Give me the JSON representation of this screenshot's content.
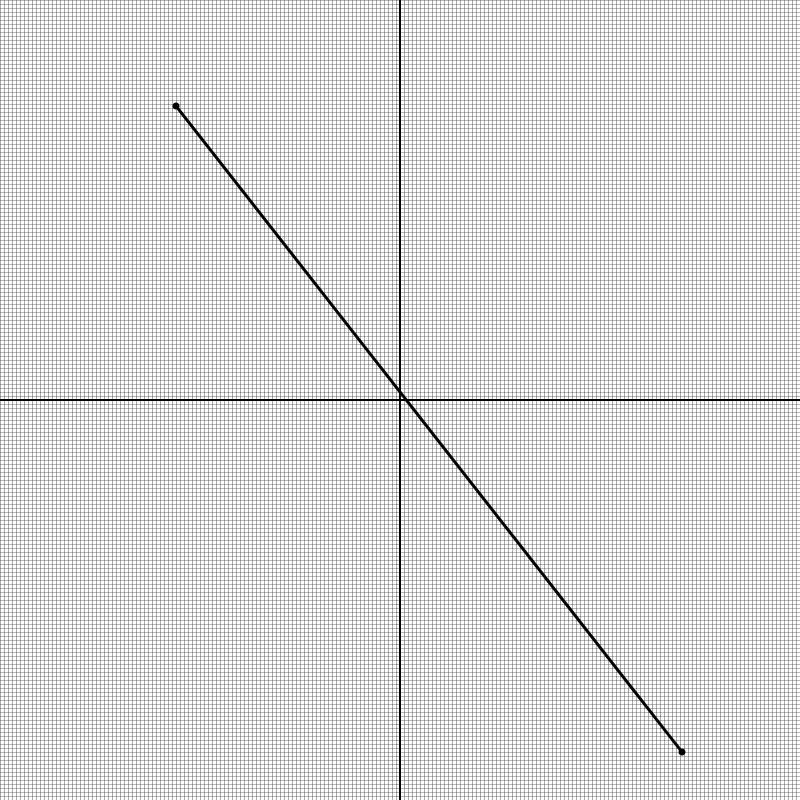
{
  "diagram": {
    "grid": true,
    "x_range": [
      -100,
      100
    ],
    "y_range": [
      -100,
      100
    ],
    "grid_step": 1,
    "segment": {
      "from": [
        -56,
        73.5
      ],
      "to": [
        70.5,
        -88
      ]
    },
    "colors": {
      "background": "#ffffff",
      "grid": "#000000",
      "axes": "#000000",
      "segment": "#000000",
      "endpoint": "#000000"
    }
  }
}
